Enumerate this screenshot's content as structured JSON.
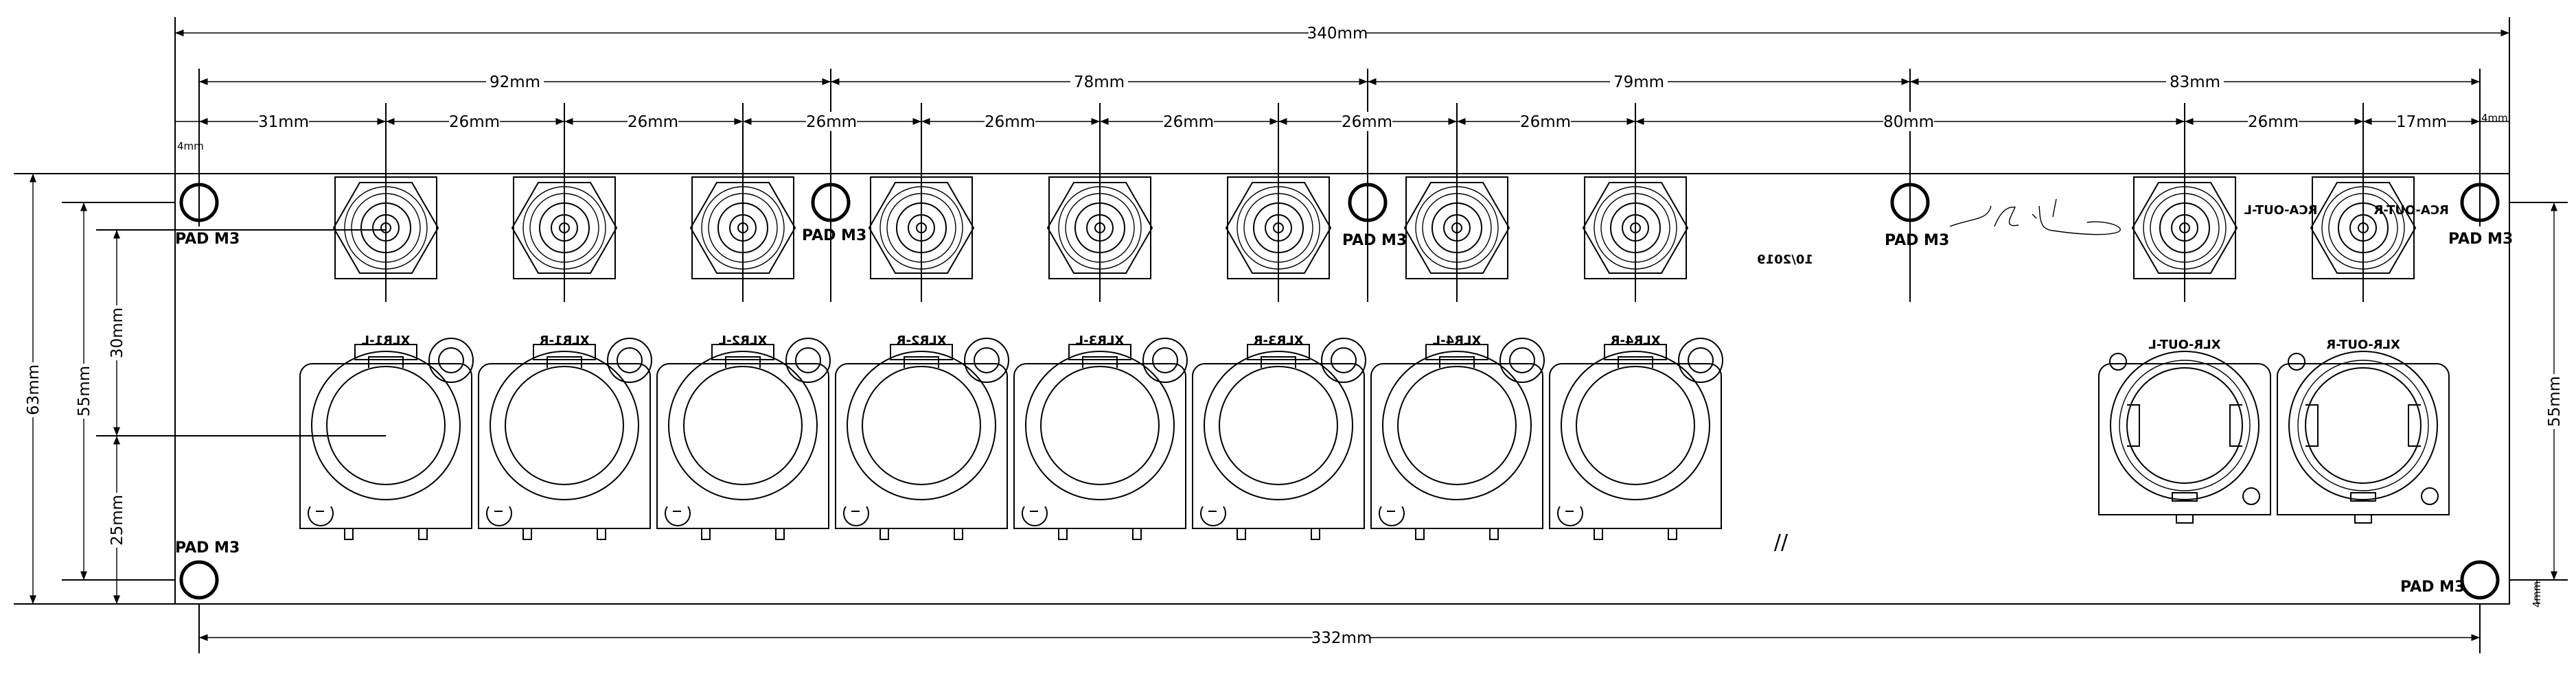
{
  "dimensions": {
    "overall_width": "340mm",
    "bottom_width": "332mm",
    "height": "63mm",
    "pad_span": "55mm",
    "pad_span_right": "55mm",
    "upper_row": "30mm",
    "lower_row": "25mm",
    "groups": [
      "92mm",
      "78mm",
      "79mm",
      "83mm"
    ],
    "pitches": [
      "31mm",
      "26mm",
      "26mm",
      "26mm",
      "26mm",
      "26mm",
      "26mm",
      "26mm",
      "80mm",
      "26mm",
      "17mm"
    ],
    "small_left": "4mm",
    "small_right": "4mm",
    "small_bottom_right": "4mm"
  },
  "pads": {
    "label": "PAD M3",
    "items": [
      "PAD M3",
      "PAD M3",
      "PAD M3",
      "PAD M3",
      "PAD M3",
      "PAD M3",
      "PAD M3"
    ]
  },
  "connectors": {
    "xlr_in": [
      "XLR1-L",
      "XLR1-R",
      "XLR2-L",
      "XLR2-R",
      "XLR3-L",
      "XLR3-R",
      "XLR4-L",
      "XLR4-R"
    ],
    "xlr_out": [
      "XLR-OUT-L",
      "XLR-OUT-R"
    ],
    "rca_out": [
      "RCA-OUT-L",
      "RCA-OUT-R"
    ]
  },
  "annotations": {
    "date": "10/2019",
    "marks": "//"
  }
}
